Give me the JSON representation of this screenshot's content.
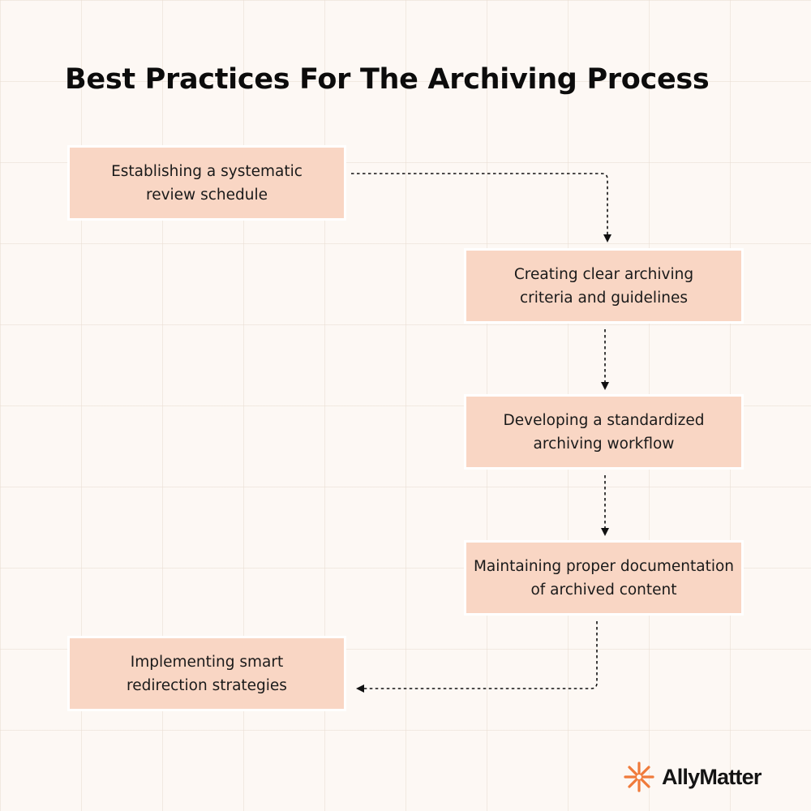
{
  "title": "Best Practices For The Archiving Process",
  "steps": [
    {
      "line1": "Establishing a systematic",
      "line2": "review schedule"
    },
    {
      "line1": "Creating clear archiving",
      "line2": "criteria and guidelines"
    },
    {
      "line1": "Developing a standardized",
      "line2": "archiving workflow"
    },
    {
      "line1": "Maintaining proper documentation",
      "line2": "of archived content"
    },
    {
      "line1": "Implementing smart",
      "line2": "redirection strategies"
    }
  ],
  "brand": {
    "name": "AllyMatter",
    "logo_icon": "starburst-icon",
    "accent_color": "#f07a3a"
  },
  "colors": {
    "background": "#fdf8f4",
    "step_fill": "#f9d6c4",
    "connector": "#111111"
  }
}
